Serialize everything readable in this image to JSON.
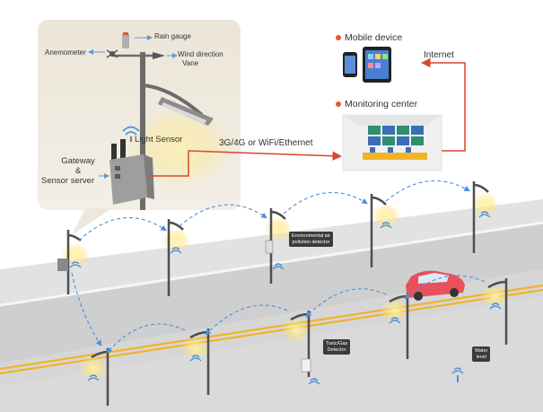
{
  "detail_panel": {
    "rain_gauge": "Rain gauge",
    "anemometer": "Anemometer",
    "wind_direction": "Wind direction",
    "vane": "Vane",
    "light_sensor": "Light Sensor",
    "gateway_line1": "Gateway",
    "gateway_amp": "&",
    "gateway_line3": "Sensor server"
  },
  "connections": {
    "link_label": "3G/4G or WiFi/Ethernet",
    "internet_label": "Internet"
  },
  "mobile": {
    "title": "Mobile device"
  },
  "monitoring": {
    "title": "Monitoring center"
  },
  "field": {
    "env_tag_line1": "Environmental air",
    "env_tag_line2": "pollution detector",
    "toxic_tag_line1": "Toxic/Gas",
    "toxic_tag_line2": "Detector",
    "water_tag_line1": "Water",
    "water_tag_line2": "level"
  },
  "colors": {
    "accent_dot": "#e4572e",
    "arrow_red": "#d9472b",
    "arrow_blue": "#4a90d9",
    "road": "#d4d4d4",
    "yellow_line": "#f0b429",
    "car": "#e8505b",
    "panel_bg": "#ede7dd"
  }
}
